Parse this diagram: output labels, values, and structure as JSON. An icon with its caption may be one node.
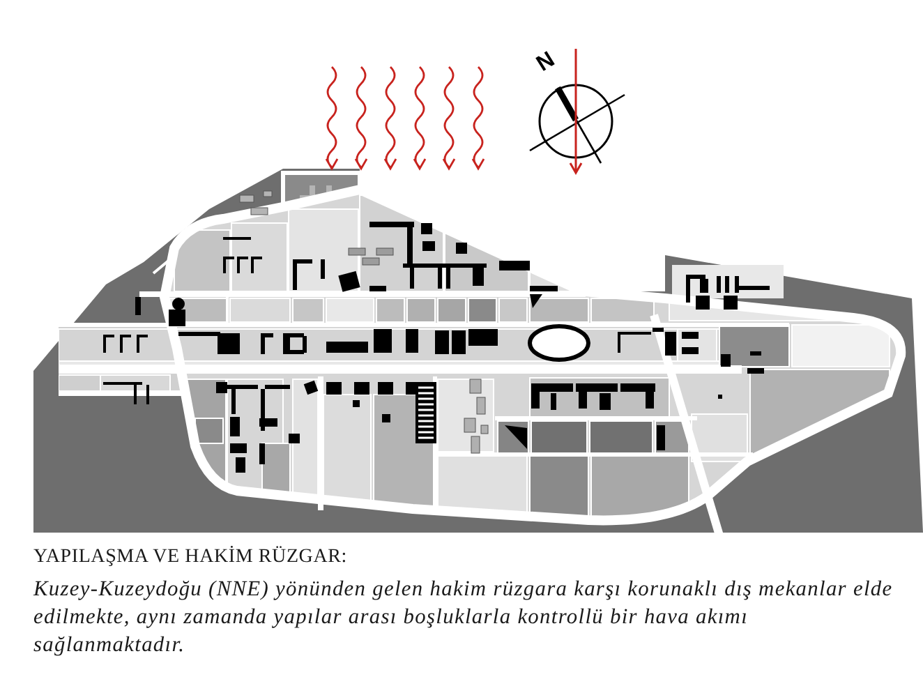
{
  "diagram": {
    "title": "YAPILAŞMA VE HAKİM RÜZGAR:",
    "caption": "Kuzey-Kuzeydoğu (NNE) yönünden gelen hakim rüzgara karşı korunaklı dış mekanlar elde edilmekte, aynı zamanda yapılar arası boşluklarla kontrollü bir hava akımı sağlanmaktadır.",
    "labels": [
      "N"
    ]
  }
}
